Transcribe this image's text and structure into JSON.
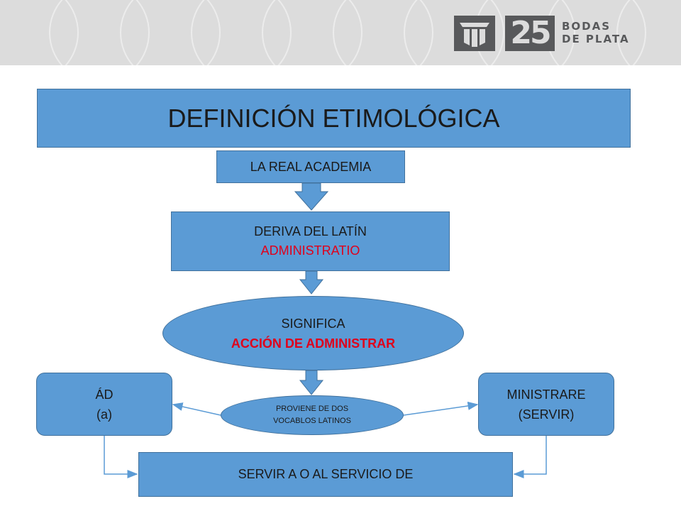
{
  "banner": {
    "logo_number": "25",
    "logo_text_line1": "BODAS",
    "logo_text_line2": "DE PLATA"
  },
  "diagram": {
    "title": "DEFINICIÓN ETIMOLÓGICA",
    "source": "LA REAL ACADEMIA",
    "derive_line1": "DERIVA DEL LATÍN",
    "derive_line2": "ADMINISTRATIO",
    "means_line1": "SIGNIFICA",
    "means_line2": "ACCIÓN DE ADMINISTRAR",
    "origin_line1": "PROVIENE DE DOS",
    "origin_line2": "VOCABLOS LATINOS",
    "left_word_line1": "ÁD",
    "left_word_line2": "(a)",
    "right_word_line1": "MINISTRARE",
    "right_word_line2": "(SERVIR)",
    "result": "SERVIR A O AL SERVICIO DE"
  },
  "colors": {
    "box_fill": "#5b9bd5",
    "box_border": "#41719c",
    "highlight_red": "#e0001b",
    "banner_bg": "#dcdcdc",
    "logo_gray": "#58595b"
  }
}
